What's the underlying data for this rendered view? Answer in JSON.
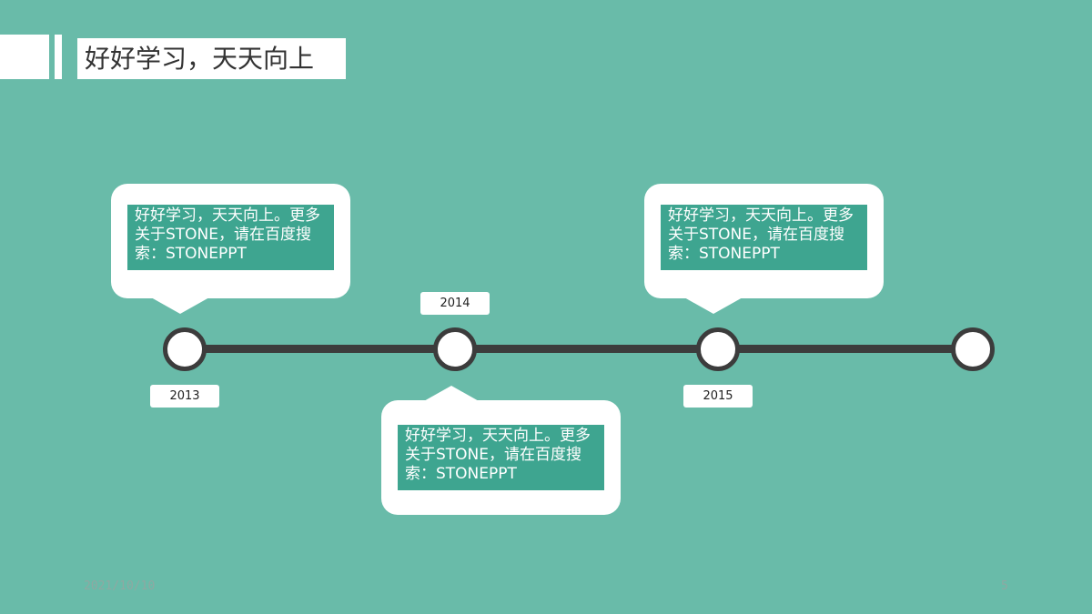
{
  "header": {
    "title": "好好学习，天天向上"
  },
  "timeline": {
    "events": [
      {
        "year": "2013",
        "text": "好好学习，天天向上。更多关于STONE，请在百度搜索：STONEPPT"
      },
      {
        "year": "2014",
        "text": "好好学习，天天向上。更多关于STONE，请在百度搜索：STONEPPT"
      },
      {
        "year": "2015",
        "text": "好好学习，天天向上。更多关于STONE，请在百度搜索：STONEPPT"
      }
    ]
  },
  "footer": {
    "date": "2021/10/10",
    "page_number": "5"
  },
  "colors": {
    "background": "#69bba9",
    "accent": "#3ea590",
    "line": "#3c3c3c"
  }
}
